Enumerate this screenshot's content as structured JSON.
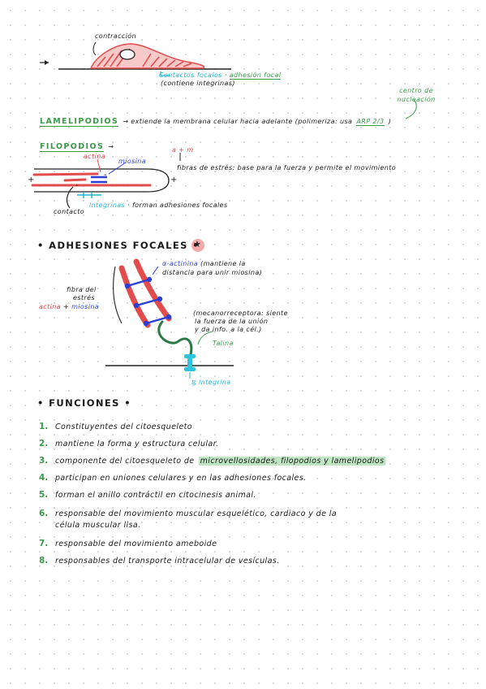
{
  "top": {
    "contraction": "contracción",
    "focal_contacts": "Contactos focales",
    "focal_adhesion": "adhesión focal",
    "contains_integrins": "(contiene integrinas)",
    "nucleation_center": "centro de nucleación"
  },
  "lamelipodios": {
    "title": "LAMELIPODIOS",
    "text": "extiende la membrana celular hacia adelante (polimeriza: usa",
    "arp": "ARP 2/3"
  },
  "filopodios": {
    "title": "FILOPODIOS",
    "actina": "actina",
    "miosina": "miosina",
    "am": "a + m",
    "fibers_text": "fibras de estrés: base para la fuerza y permite el movimiento",
    "contact": "contacto",
    "integrinas": "integrinas",
    "forman": "forman adhesiones focales",
    "plus_left": "+",
    "plus_right": "+",
    "minus_left": "-",
    "minus_right": "-"
  },
  "adhesiones": {
    "title": "ADHESIONES FOCALES",
    "star": "★",
    "alpha_actinina": "α-actinina",
    "alpha_note_1": "(mantiene la",
    "alpha_note_2": "distancia para unir miosina)",
    "fibra_1": "fibra del",
    "fibra_2": "estrés",
    "fibra_actina": "actina",
    "fibra_plus": "+",
    "fibra_miosina": "miosina",
    "mecano_1": "(mecanorreceptora: siente",
    "mecano_2": "la fuerza de la unión",
    "mecano_3": "y da info. a la cél.)",
    "talina": "Talina",
    "integrina": "integrina"
  },
  "funciones": {
    "title": "FUNCIONES",
    "items": [
      {
        "n": "1.",
        "text": "Constituyentes del citoesqueleto"
      },
      {
        "n": "2.",
        "text": "mantiene la forma y estructura celular."
      },
      {
        "n": "3.",
        "text": "componente del citoesqueleto de",
        "hl": "microvellosidades, filopodios y lamelipodios"
      },
      {
        "n": "4.",
        "text": "participan en uniones celulares y en las adhesiones focales."
      },
      {
        "n": "5.",
        "text": "forman el anillo contráctil en citocinesis animal."
      },
      {
        "n": "6.",
        "text": "responsable del movimiento muscular esquelético, cardiaco y de la"
      },
      {
        "n": "",
        "text": "célula muscular lisa."
      },
      {
        "n": "7.",
        "text": "responsable del movimiento ameboide"
      },
      {
        "n": "8.",
        "text": "responsables del transporte intracelular de vesículas."
      }
    ]
  }
}
